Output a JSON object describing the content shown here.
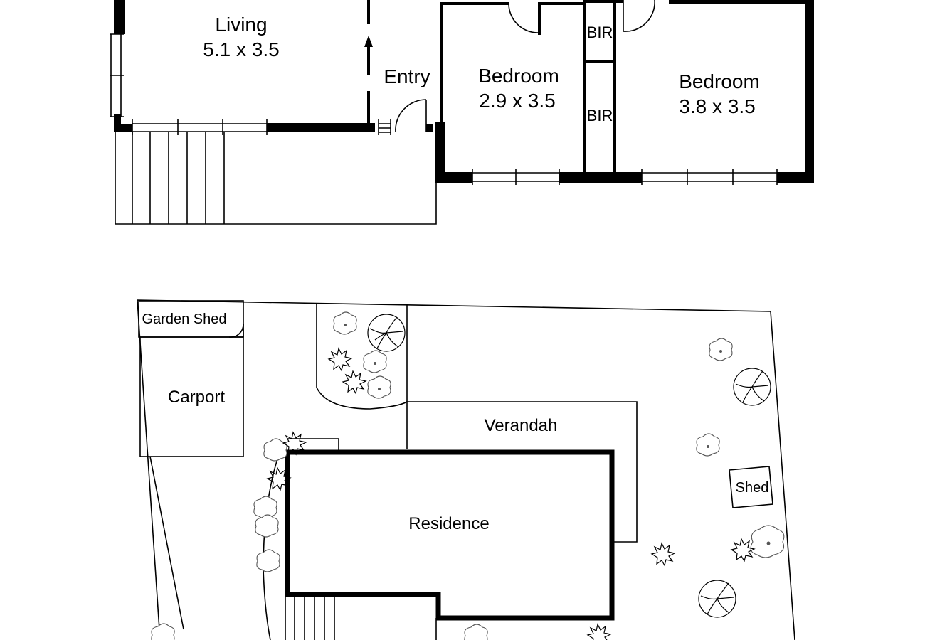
{
  "floor_plan": {
    "rooms": {
      "living": {
        "name": "Living",
        "size": "5.1 x 3.5"
      },
      "entry": {
        "name": "Entry"
      },
      "bedroom_1": {
        "name": "Bedroom",
        "size": "2.9 x 3.5"
      },
      "bedroom_2": {
        "name": "Bedroom",
        "size": "3.8 x 3.5"
      },
      "bir_upper": {
        "name": "BIR"
      },
      "bir_lower": {
        "name": "BIR"
      }
    }
  },
  "site_plan": {
    "garden_shed": "Garden Shed",
    "carport": "Carport",
    "verandah": "Verandah",
    "residence": "Residence",
    "shed": "Shed"
  },
  "colors": {
    "wall": "#000000",
    "background": "#ffffff",
    "foliage": "#555555"
  }
}
